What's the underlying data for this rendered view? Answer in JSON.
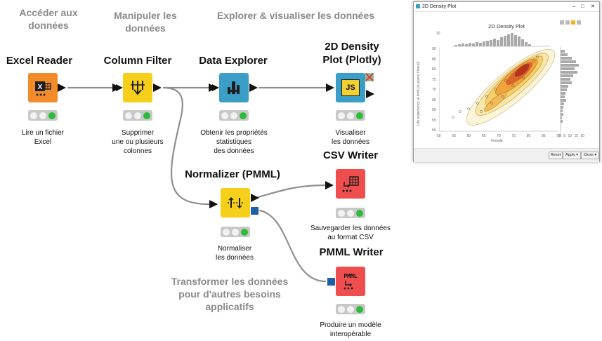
{
  "sections": {
    "access": [
      "Accéder aux",
      "données"
    ],
    "manipulate": [
      "Manipuler les",
      "données"
    ],
    "explore": "Explorer & visualiser les données",
    "transform": [
      "Transformer les données",
      "pour d'autres besoins",
      "applicatifs"
    ]
  },
  "nodes": {
    "excel_reader": {
      "title": "Excel Reader",
      "desc": [
        "Lire un fichier",
        "Excel"
      ],
      "color": "#f28b2a"
    },
    "column_filter": {
      "title": "Column Filter",
      "desc": [
        "Supprimer",
        "une ou plusieurs",
        "colonnes"
      ],
      "color": "#f5cf19"
    },
    "data_explorer": {
      "title": "Data Explorer",
      "desc": [
        "Obtenir les propriétés",
        "statistiques",
        "des données"
      ],
      "color": "#3a9ec6"
    },
    "density_plot": {
      "title": [
        "2D Density",
        "Plot (Plotly)"
      ],
      "desc": [
        "Visualiser",
        "les données"
      ],
      "color": "#3a9ec6",
      "icon_text": "JS"
    },
    "normalizer": {
      "title": "Normalizer (PMML)",
      "desc": [
        "Normaliser",
        "les données"
      ],
      "color": "#f5cf19"
    },
    "csv_writer": {
      "title": "CSV Writer",
      "desc": [
        "Sauvegarder les données",
        "au format CSV"
      ],
      "color": "#f04e4e"
    },
    "pmml_writer": {
      "title": "PMML Writer",
      "desc": [
        "Produire un modèle",
        "interopérable"
      ],
      "color": "#f04e4e",
      "icon_text": "PMML"
    }
  },
  "plot_window": {
    "window_title": "2D Density Plot",
    "chart_title": "2D Density Plot",
    "ylabel": "Life expectancy at birth (in years) Overall",
    "xlabel": "Female",
    "x_ticks": [
      "50",
      "55",
      "60",
      "65",
      "70",
      "75",
      "80",
      "85",
      "90"
    ],
    "y_ticks": [
      "50",
      "55",
      "60",
      "65",
      "70",
      "75",
      "80",
      "85",
      "90"
    ],
    "top_hist_tick": "20",
    "right_hist_ticks": [
      "0",
      "5",
      "10",
      "15",
      "20"
    ],
    "buttons": {
      "reset": "Reset",
      "apply": "Apply ▾",
      "close": "Close ▾"
    }
  }
}
